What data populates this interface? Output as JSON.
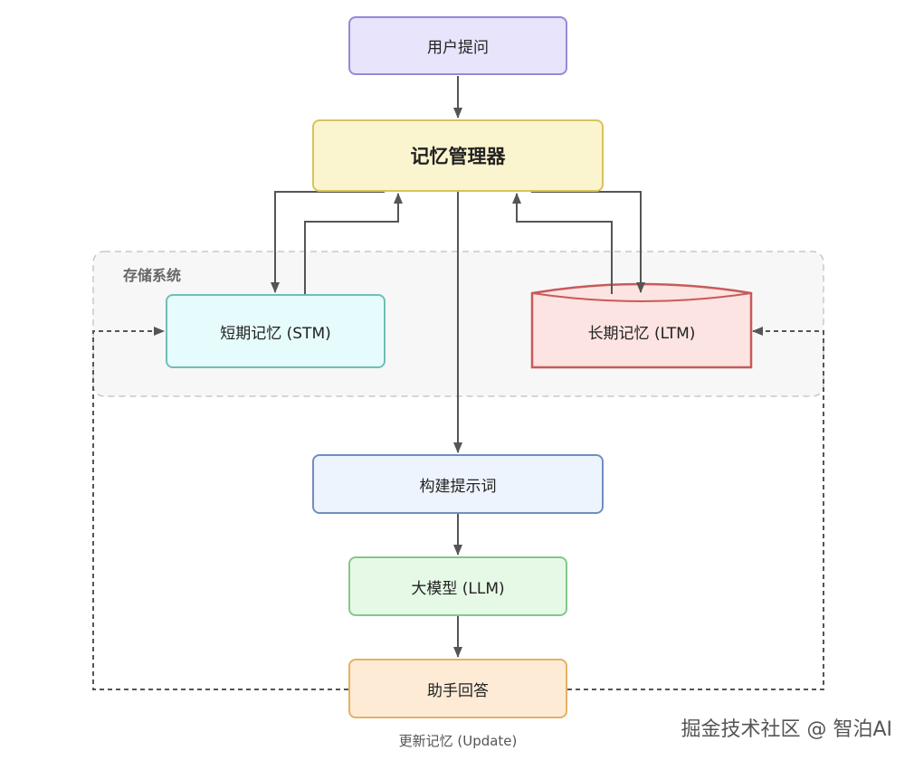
{
  "nodes": {
    "user_question": "用户提问",
    "memory_manager": "记忆管理器",
    "short_term_memory": "短期记忆 (STM)",
    "long_term_memory": "长期记忆 (LTM)",
    "build_prompt": "构建提示词",
    "llm": "大模型 (LLM)",
    "assistant_answer": "助手回答"
  },
  "group": {
    "storage_system": "存储系统"
  },
  "edge_labels": {
    "update_memory": "更新记忆 (Update)"
  },
  "watermark": "掘金技术社区 @ 智泊AI",
  "colors": {
    "user_fill": "#e7e4fb",
    "manager_fill": "#fbf5cf",
    "stm_fill": "#e6fbfb",
    "ltm_fill": "#fbe4e1",
    "prompt_fill": "#eef4fd",
    "llm_fill": "#e6f9e6",
    "answer_fill": "#fdebd6",
    "arrow": "#555555"
  }
}
